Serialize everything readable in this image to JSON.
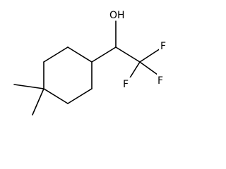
{
  "molecule": {
    "atoms": {
      "hydroxyl": "OH",
      "fluorine_1": "F",
      "fluorine_2": "F",
      "fluorine_3": "F"
    }
  },
  "colors": {
    "bond": "#000000",
    "background": "#ffffff"
  }
}
